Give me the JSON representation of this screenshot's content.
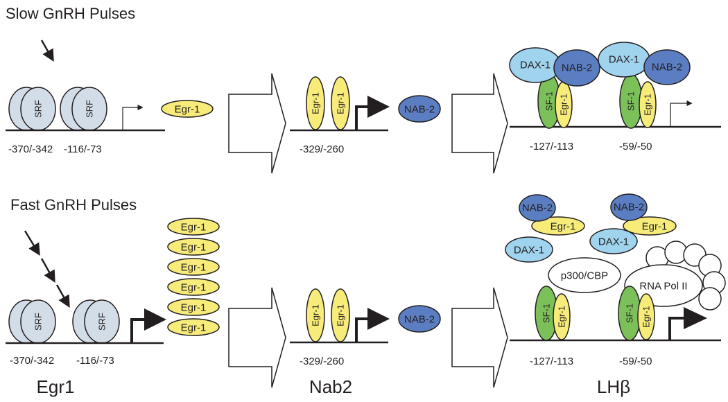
{
  "rows": {
    "slow_title": "Slow GnRH Pulses",
    "fast_title": "Fast GnRH Pulses"
  },
  "gene_labels": {
    "egr1": "Egr1",
    "nab2": "Nab2",
    "lhb": "LHβ"
  },
  "proteins": {
    "srf": "SRF",
    "egr1": "Egr-1",
    "nab2": "NAB-2",
    "dax1": "DAX-1",
    "sf1": "SF-1",
    "p300": "p300/CBP",
    "polii": "RNA Pol II"
  },
  "positions": {
    "egr1_a": "-370/-342",
    "egr1_b": "-116/-73",
    "nab2": "-329/-260",
    "lhb_a": "-127/-113",
    "lhb_b": "-59/-50"
  },
  "colors": {
    "srf": "#d3dde8",
    "egr1": "#f7ec7a",
    "nab2": "#5b7ec2",
    "dax1": "#9fd3ee",
    "sf1": "#7cc05a",
    "outline": "#231f20"
  }
}
